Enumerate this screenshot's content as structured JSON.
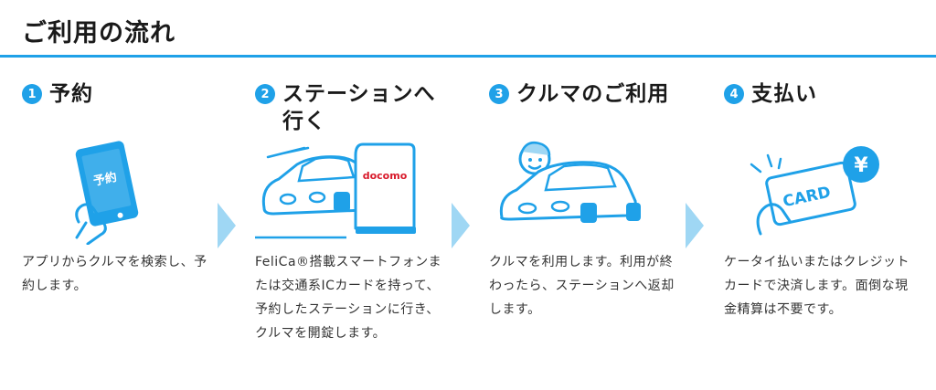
{
  "header": {
    "title": "ご利用の流れ"
  },
  "colors": {
    "accent": "#1fa1e8",
    "accent_light": "#9fd7f4",
    "docomo_red": "#d8192a"
  },
  "steps": [
    {
      "number": "1",
      "title": "予約",
      "illustration": "phone-reservation-icon",
      "phone_label": "予約",
      "description": "アプリからクルマを検索し、予約します。"
    },
    {
      "number": "2",
      "title": "ステーションへ行く",
      "illustration": "car-station-icon",
      "station_label": "docomo",
      "description": "FeliCa®搭載スマートフォンまたは交通系ICカードを持って、予約したステーションに行き、クルマを開錠します。"
    },
    {
      "number": "3",
      "title": "クルマのご利用",
      "illustration": "driver-car-icon",
      "description": "クルマを利用します。利用が終わったら、ステーションへ返却します。"
    },
    {
      "number": "4",
      "title": "支払い",
      "illustration": "card-payment-icon",
      "card_label": "CARD",
      "yen_symbol": "¥",
      "description": "ケータイ払いまたはクレジットカードで決済します。面倒な現金精算は不要です。"
    }
  ]
}
